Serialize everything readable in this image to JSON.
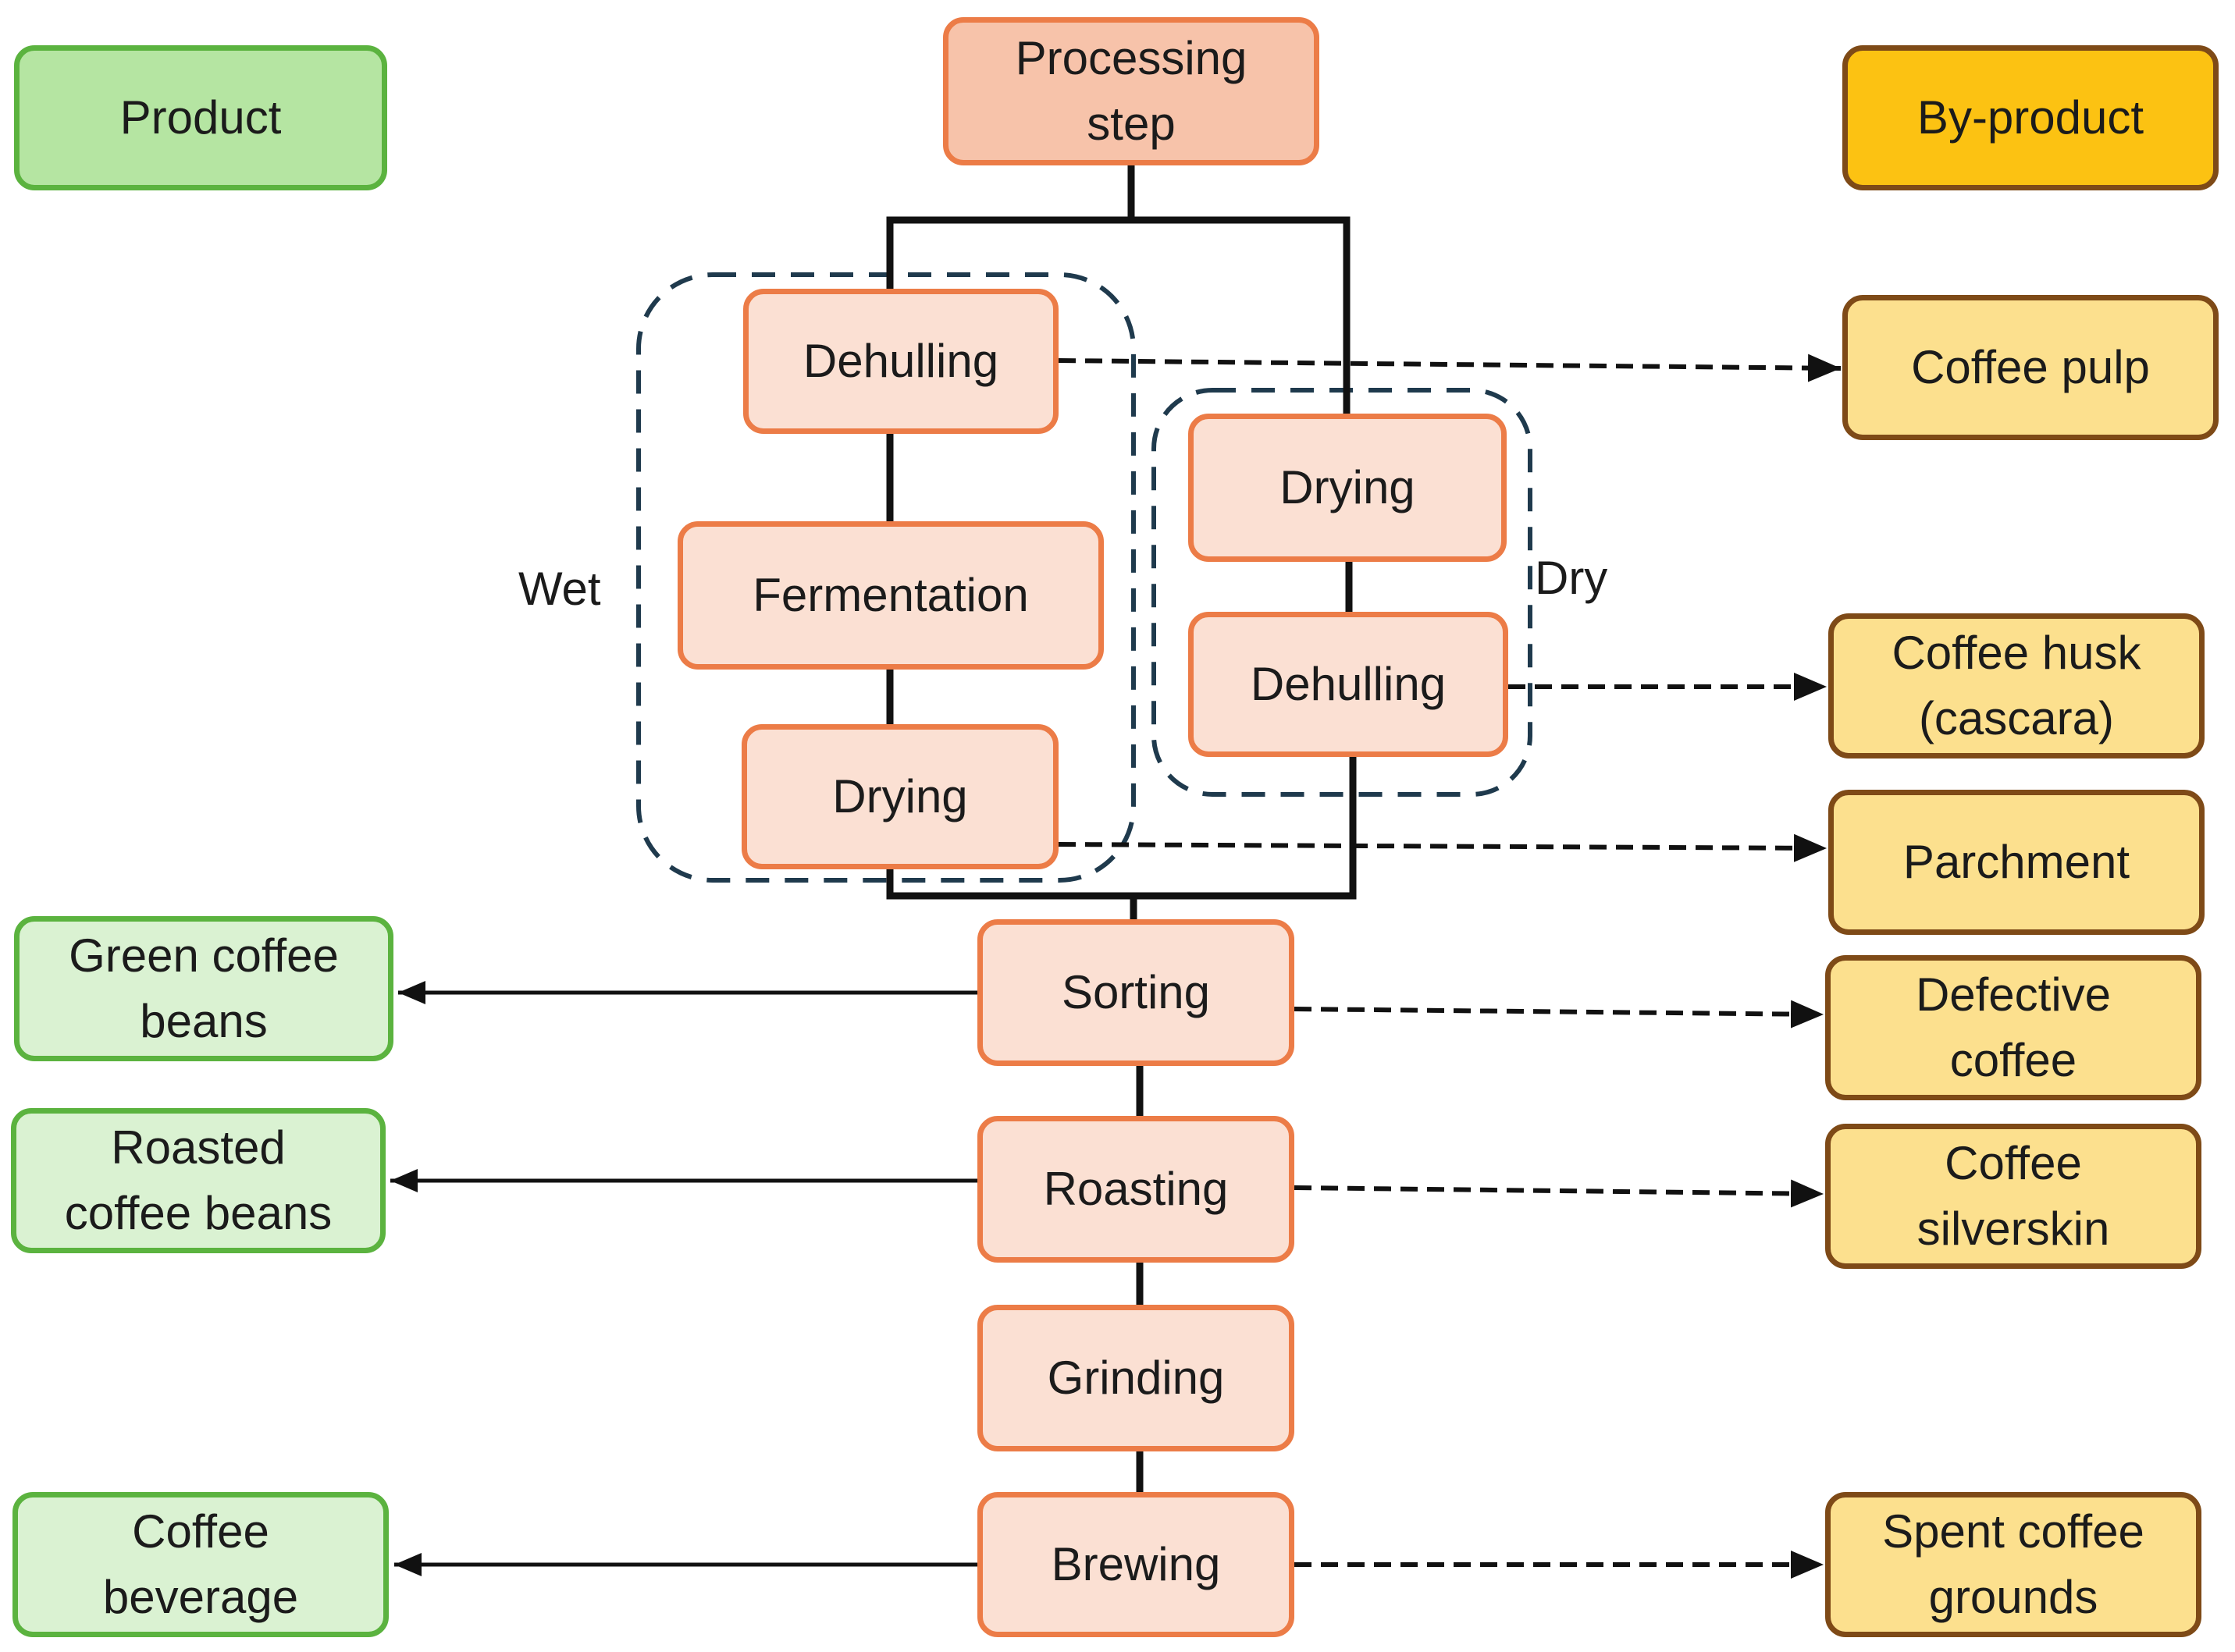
{
  "legend": {
    "product": "Product",
    "processing_step": "Processing\nstep",
    "by_product": "By-product"
  },
  "groups": {
    "wet": "Wet",
    "dry": "Dry"
  },
  "wet_process": {
    "dehulling": "Dehulling",
    "fermentation": "Fermentation",
    "drying": "Drying"
  },
  "dry_process": {
    "drying": "Drying",
    "dehulling": "Dehulling"
  },
  "main_steps": {
    "sorting": "Sorting",
    "roasting": "Roasting",
    "grinding": "Grinding",
    "brewing": "Brewing"
  },
  "products": {
    "green_coffee_beans": "Green coffee\nbeans",
    "roasted_coffee_beans": "Roasted\ncoffee beans",
    "coffee_beverage": "Coffee\nbeverage"
  },
  "by_products": {
    "coffee_pulp": "Coffee pulp",
    "coffee_husk": "Coffee husk\n(cascara)",
    "parchment": "Parchment",
    "defective_coffee": "Defective\ncoffee",
    "coffee_silverskin": "Coffee\nsilverskin",
    "spent_coffee_grounds": "Spent coffee\ngrounds"
  },
  "colors": {
    "step_fill": "#fbe0d3",
    "step_border": "#ec7c47",
    "product_fill": "#daf2d2",
    "product_border": "#5bb33f",
    "byproduct_fill": "#fce08e",
    "byproduct_border": "#7e4a17",
    "byproduct_legend_fill": "#fcc212",
    "group_outline": "#1f3a4d"
  }
}
